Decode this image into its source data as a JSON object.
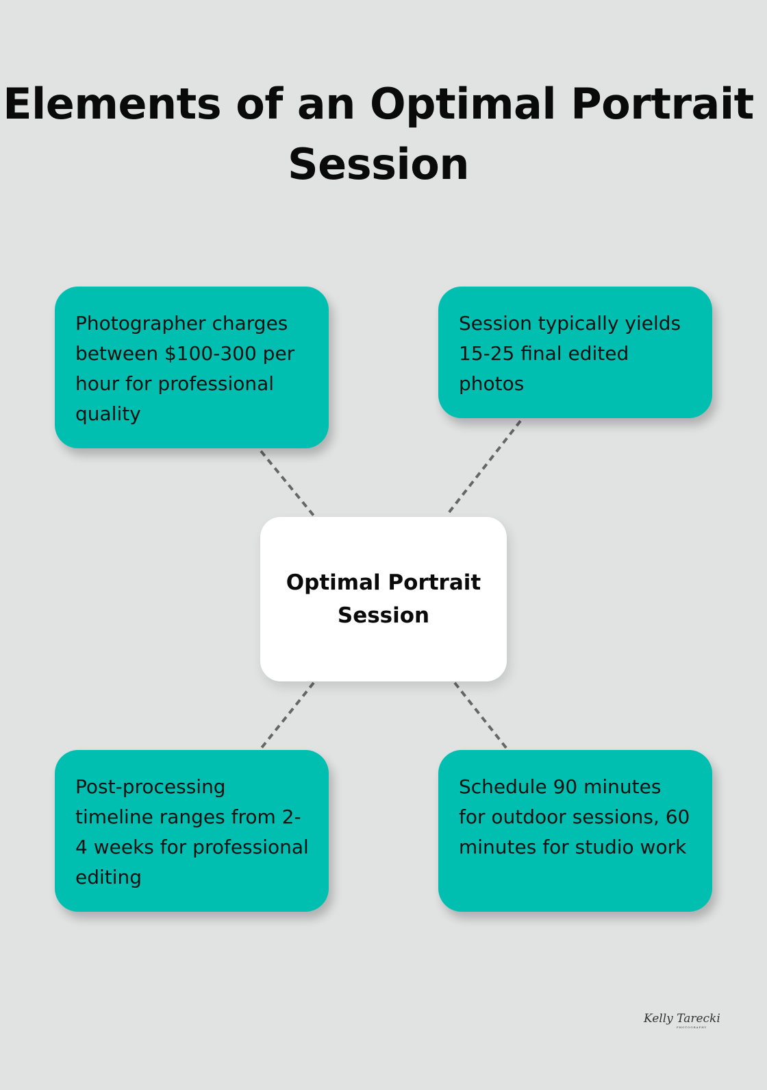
{
  "title": "Elements of an Optimal Portrait Session",
  "center": {
    "label": "Optimal Portrait Session"
  },
  "cards": [
    {
      "position": "top-left",
      "text": "Photographer charges between $100-300 per hour for professional quality"
    },
    {
      "position": "top-right",
      "text": "Session typically yields 15-25 final edited photos"
    },
    {
      "position": "bottom-left",
      "text": "Post-processing timeline ranges from 2-4 weeks for professional editing"
    },
    {
      "position": "bottom-right",
      "text": "Schedule 90 minutes for outdoor sessions, 60 minutes for studio work"
    }
  ],
  "logo": {
    "text": "Kelly Tarecki",
    "subtext": "PHOTOGRAPHY"
  },
  "colors": {
    "background": "#e1e2e2",
    "card": "#00bfb1",
    "center": "#ffffff",
    "connector": "#666666"
  }
}
